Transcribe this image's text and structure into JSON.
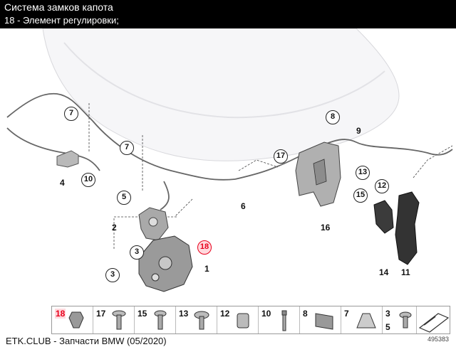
{
  "header": {
    "title": "Система замков капота",
    "subtitle": "18 - Элемент регулировки;"
  },
  "diagram": {
    "callouts_plain": [
      "4",
      "2",
      "1",
      "6",
      "16",
      "9",
      "14",
      "11"
    ],
    "callouts_circle": [
      "7",
      "7",
      "10",
      "5",
      "3",
      "18",
      "8",
      "17",
      "13",
      "12",
      "15",
      "3"
    ],
    "highlight": "18"
  },
  "legend": {
    "items": [
      {
        "num": "18",
        "highlight": true
      },
      {
        "num": "17"
      },
      {
        "num": "15"
      },
      {
        "num": "13"
      },
      {
        "num": "12"
      },
      {
        "num": "10"
      },
      {
        "num": "8"
      },
      {
        "num": "7"
      },
      {
        "num": "3",
        "num2": "5"
      }
    ]
  },
  "image_number": "495383",
  "footer": "ETK.CLUB - Запчасти BMW (05/2020)",
  "colors": {
    "highlight": "#e8001c",
    "highlight_bg": "#ffd9dd",
    "header_bg": "#000000"
  }
}
